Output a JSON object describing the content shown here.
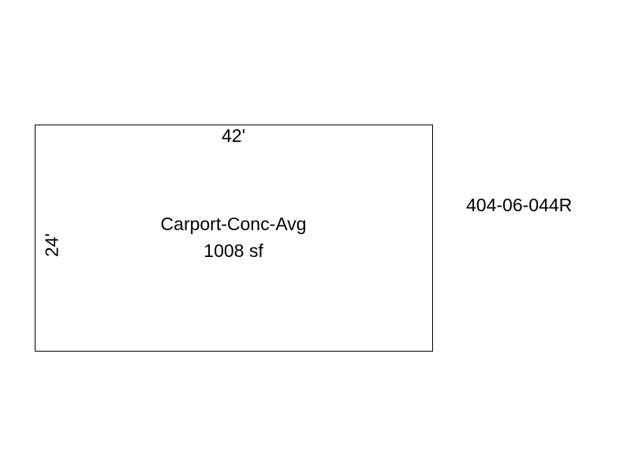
{
  "sketch": {
    "top_dimension": "42'",
    "side_dimension": "24'",
    "area_name": "Carport-Conc-Avg",
    "area_size": "1008 sf",
    "parcel_id": "404-06-044R"
  }
}
